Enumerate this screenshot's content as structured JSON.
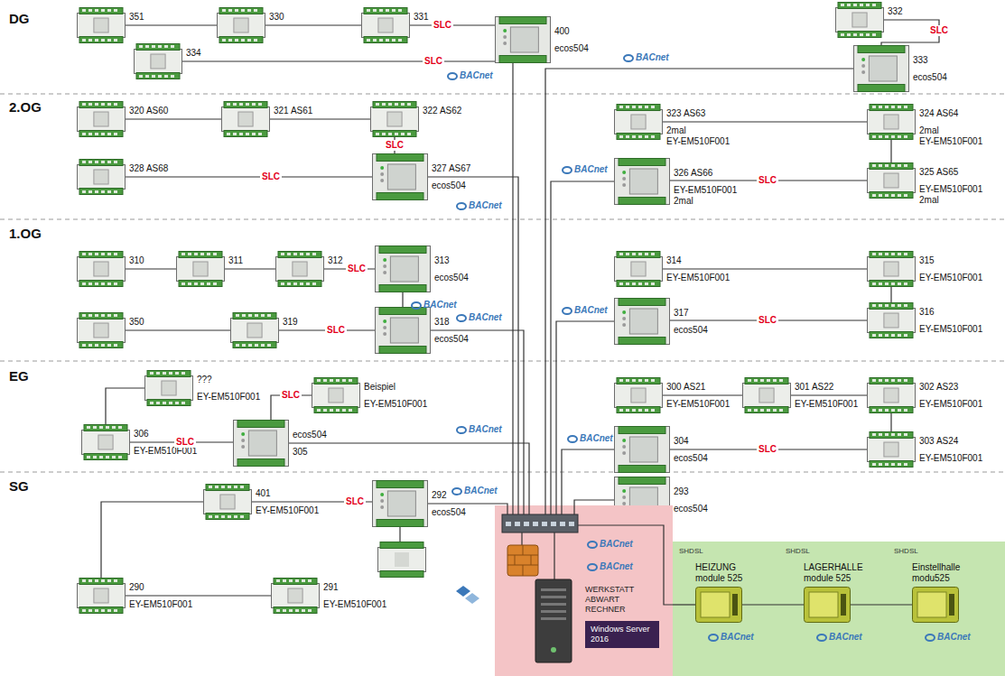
{
  "diagram": {
    "nodes": [
      {
        "text": [
          "351"
        ]
      },
      {
        "text": [
          "330"
        ]
      },
      {
        "text": [
          "331"
        ]
      },
      {
        "text": [
          "400",
          "ecos504"
        ]
      },
      {
        "text": [
          "332"
        ]
      },
      {
        "text": [
          "333",
          "ecos504"
        ]
      },
      {
        "text": [
          "334"
        ]
      },
      {
        "text": [
          "320 AS60"
        ]
      },
      {
        "text": [
          "321 AS61"
        ]
      },
      {
        "text": [
          "322 AS62"
        ]
      },
      {
        "text": [
          "323 AS63",
          "2mal",
          "EY-EM510F001"
        ]
      },
      {
        "text": [
          "324 AS64",
          "2mal",
          "EY-EM510F001"
        ]
      },
      {
        "text": [
          "327 AS67",
          "ecos504"
        ]
      },
      {
        "text": [
          "328 AS68"
        ]
      },
      {
        "text": [
          "326 AS66",
          "EY-EM510F001",
          "2mal"
        ]
      },
      {
        "text": [
          "325 AS65",
          "EY-EM510F001",
          "2mal"
        ]
      },
      {
        "text": [
          "310"
        ]
      },
      {
        "text": [
          "311"
        ]
      },
      {
        "text": [
          "312"
        ]
      },
      {
        "text": [
          "313",
          "ecos504"
        ]
      },
      {
        "text": [
          "314",
          "EY-EM510F001"
        ]
      },
      {
        "text": [
          "315",
          "EY-EM510F001"
        ]
      },
      {
        "text": [
          "350"
        ]
      },
      {
        "text": [
          "319"
        ]
      },
      {
        "text": [
          "318",
          "ecos504"
        ]
      },
      {
        "text": [
          "317",
          "ecos504"
        ]
      },
      {
        "text": [
          "316",
          "EY-EM510F001"
        ]
      },
      {
        "text": [
          "???",
          "EY-EM510F001"
        ]
      },
      {
        "text": [
          "Beispiel",
          "EY-EM510F001"
        ]
      },
      {
        "text": [
          "300 AS21",
          "EY-EM510F001"
        ]
      },
      {
        "text": [
          "301 AS22",
          "EY-EM510F001"
        ]
      },
      {
        "text": [
          "302 AS23",
          "EY-EM510F001"
        ]
      },
      {
        "text": [
          "306",
          "EY-EM510F001"
        ]
      },
      {
        "text": [
          "ecos504",
          "305"
        ]
      },
      {
        "text": [
          "304",
          "ecos504"
        ]
      },
      {
        "text": [
          "303 AS24",
          "EY-EM510F001"
        ]
      },
      {
        "text": [
          "292",
          "ecos504"
        ]
      },
      {
        "text": [
          "401",
          "EY-EM510F001"
        ]
      },
      {
        "text": [
          "293",
          "ecos504"
        ]
      },
      {
        "text": [
          "290",
          "EY-EM510F001"
        ]
      },
      {
        "text": [
          "291",
          "EY-EM510F001"
        ]
      },
      {
        "text": [
          "WERKSTATT ABWART RECHNER"
        ]
      },
      {
        "text": [
          "Windows Server 2016"
        ],
        "in": 41
      },
      {
        "text": [
          "HEIZUNG",
          "module 525"
        ]
      },
      {
        "text": [
          "LAGERHALLE",
          "module 525"
        ]
      },
      {
        "text": [
          "Einstellhalle",
          "modu525"
        ]
      }
    ],
    "edges": [
      {
        "from": 0,
        "to": 1,
        "arrow": "none"
      },
      {
        "from": 1,
        "to": 2,
        "arrow": "none"
      },
      {
        "from": 2,
        "to": 3,
        "label": "SLC",
        "arrow": "none"
      },
      {
        "from": 6,
        "to": 3,
        "label": "SLC",
        "arrow": "none"
      },
      {
        "from": 4,
        "to": 5,
        "label": "SLC",
        "arrow": "none"
      },
      {
        "from": 3,
        "to": 41,
        "arrow": "none"
      },
      {
        "from": 5,
        "to": 41,
        "arrow": "none"
      },
      {
        "from": 7,
        "to": 8,
        "arrow": "none"
      },
      {
        "from": 8,
        "to": 9,
        "arrow": "none"
      },
      {
        "from": 9,
        "to": 12,
        "label": "SLC",
        "arrow": "none"
      },
      {
        "from": 13,
        "to": 12,
        "label": "SLC",
        "arrow": "none"
      },
      {
        "from": 10,
        "to": 11,
        "arrow": "none"
      },
      {
        "from": 11,
        "to": 15,
        "arrow": "none"
      },
      {
        "from": 15,
        "to": 14,
        "label": "SLC",
        "arrow": "none"
      },
      {
        "from": 12,
        "to": 41,
        "arrow": "none"
      },
      {
        "from": 14,
        "to": 41,
        "arrow": "none"
      },
      {
        "from": 16,
        "to": 17,
        "arrow": "none"
      },
      {
        "from": 17,
        "to": 18,
        "arrow": "none"
      },
      {
        "from": 18,
        "to": 19,
        "label": "SLC",
        "arrow": "none"
      },
      {
        "from": 22,
        "to": 23,
        "arrow": "none"
      },
      {
        "from": 23,
        "to": 24,
        "label": "SLC",
        "arrow": "none"
      },
      {
        "from": 19,
        "to": 24,
        "arrow": "none"
      },
      {
        "from": 20,
        "to": 21,
        "arrow": "none"
      },
      {
        "from": 21,
        "to": 26,
        "arrow": "none"
      },
      {
        "from": 26,
        "to": 25,
        "label": "SLC",
        "arrow": "none"
      },
      {
        "from": 24,
        "to": 41,
        "arrow": "none"
      },
      {
        "from": 25,
        "to": 41,
        "arrow": "none"
      },
      {
        "from": 27,
        "to": 32,
        "arrow": "none"
      },
      {
        "from": 32,
        "to": 33,
        "label": "SLC",
        "arrow": "none"
      },
      {
        "from": 28,
        "to": 33,
        "label": "SLC",
        "arrow": "none"
      },
      {
        "from": 29,
        "to": 30,
        "arrow": "none"
      },
      {
        "from": 30,
        "to": 31,
        "arrow": "none"
      },
      {
        "from": 31,
        "to": 35,
        "arrow": "none"
      },
      {
        "from": 35,
        "to": 34,
        "label": "SLC",
        "arrow": "none"
      },
      {
        "from": 33,
        "to": 41,
        "arrow": "none"
      },
      {
        "from": 34,
        "to": 41,
        "arrow": "none"
      },
      {
        "from": 37,
        "to": 36,
        "label": "SLC",
        "arrow": "none"
      },
      {
        "from": 37,
        "to": 39,
        "arrow": "none"
      },
      {
        "from": 39,
        "to": 40,
        "arrow": "none"
      },
      {
        "from": 36,
        "to": 41,
        "arrow": "none"
      },
      {
        "from": 38,
        "to": 41,
        "arrow": "none"
      },
      {
        "from": 41,
        "to": 43,
        "arrow": "none"
      },
      {
        "from": 43,
        "to": 44,
        "arrow": "none"
      },
      {
        "from": 44,
        "to": 45,
        "arrow": "none"
      }
    ],
    "labels": [
      "DG",
      "2.OG",
      "1.OG",
      "EG",
      "SG",
      "BACnet",
      "BACnet",
      "BACnet",
      "BACnet",
      "BACnet",
      "BACnet",
      "BACnet",
      "BACnet",
      "BACnet",
      "BACnet",
      "BACnet",
      "BACnet",
      "BACnet",
      "BACnet",
      "BACnet",
      "SHDSL",
      "SHDSL",
      "SHDSL"
    ]
  }
}
